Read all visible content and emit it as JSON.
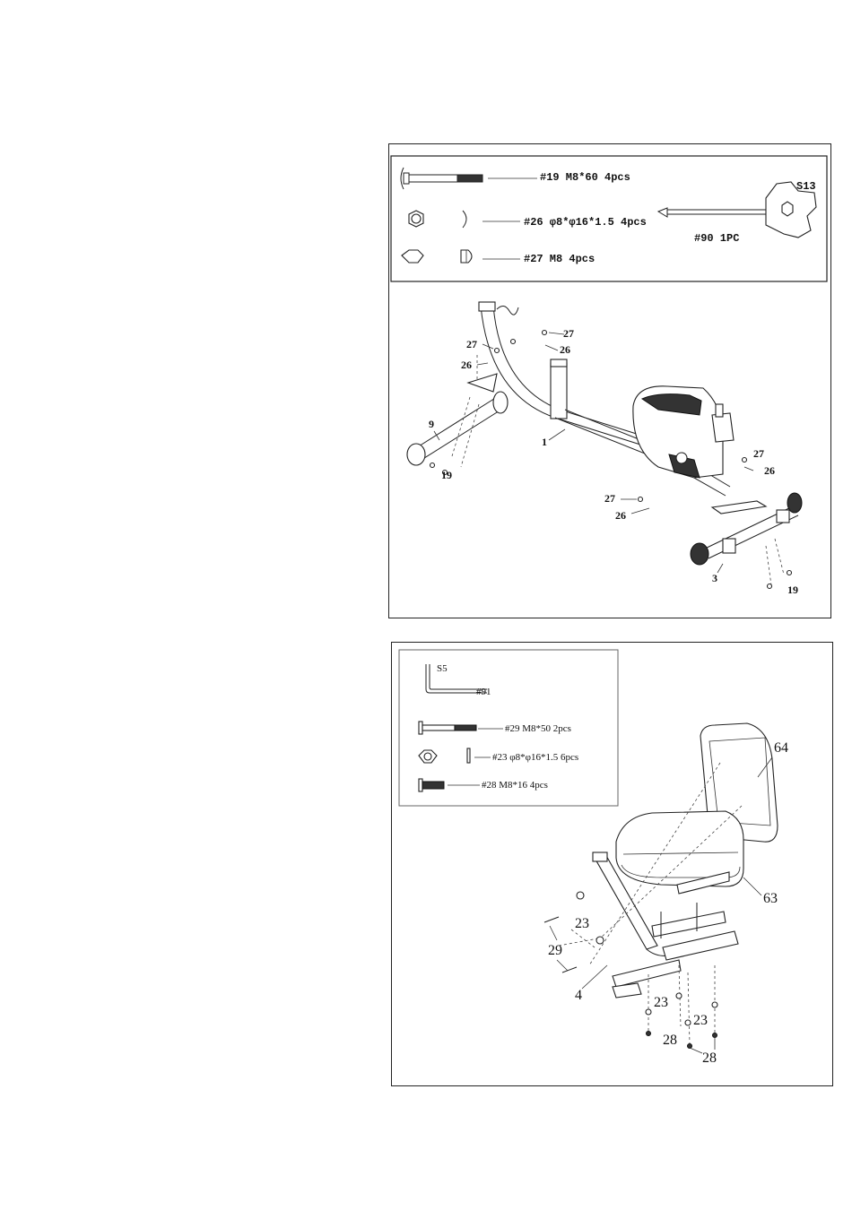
{
  "panel1": {
    "hardware": [
      {
        "key": "bolt",
        "label": "#19 M8*60 4pcs"
      },
      {
        "key": "washer",
        "label": "#26 φ8*φ16*1.5 4pcs"
      },
      {
        "key": "nut",
        "label": "#27 M8 4pcs"
      }
    ],
    "wrench": {
      "size": "S13",
      "label": "#90 1PC"
    },
    "callouts": {
      "frame": "1",
      "rear_stabilizer": "9",
      "front_stabilizer": "3",
      "bolt": "19",
      "washer": "26",
      "nut": "27"
    }
  },
  "panel2": {
    "hardware": [
      {
        "key": "allen",
        "label": "#91",
        "size": "S5"
      },
      {
        "key": "bolt50",
        "label": "#29 M8*50 2pcs"
      },
      {
        "key": "washer",
        "label": "#23 φ8*φ16*1.5 6pcs"
      },
      {
        "key": "bolt16",
        "label": "#28 M8*16 4pcs"
      }
    ],
    "callouts": {
      "backrest": "64",
      "seat": "63",
      "seat_post": "4",
      "washer": "23",
      "bolt50": "29",
      "bolt16": "28"
    }
  }
}
